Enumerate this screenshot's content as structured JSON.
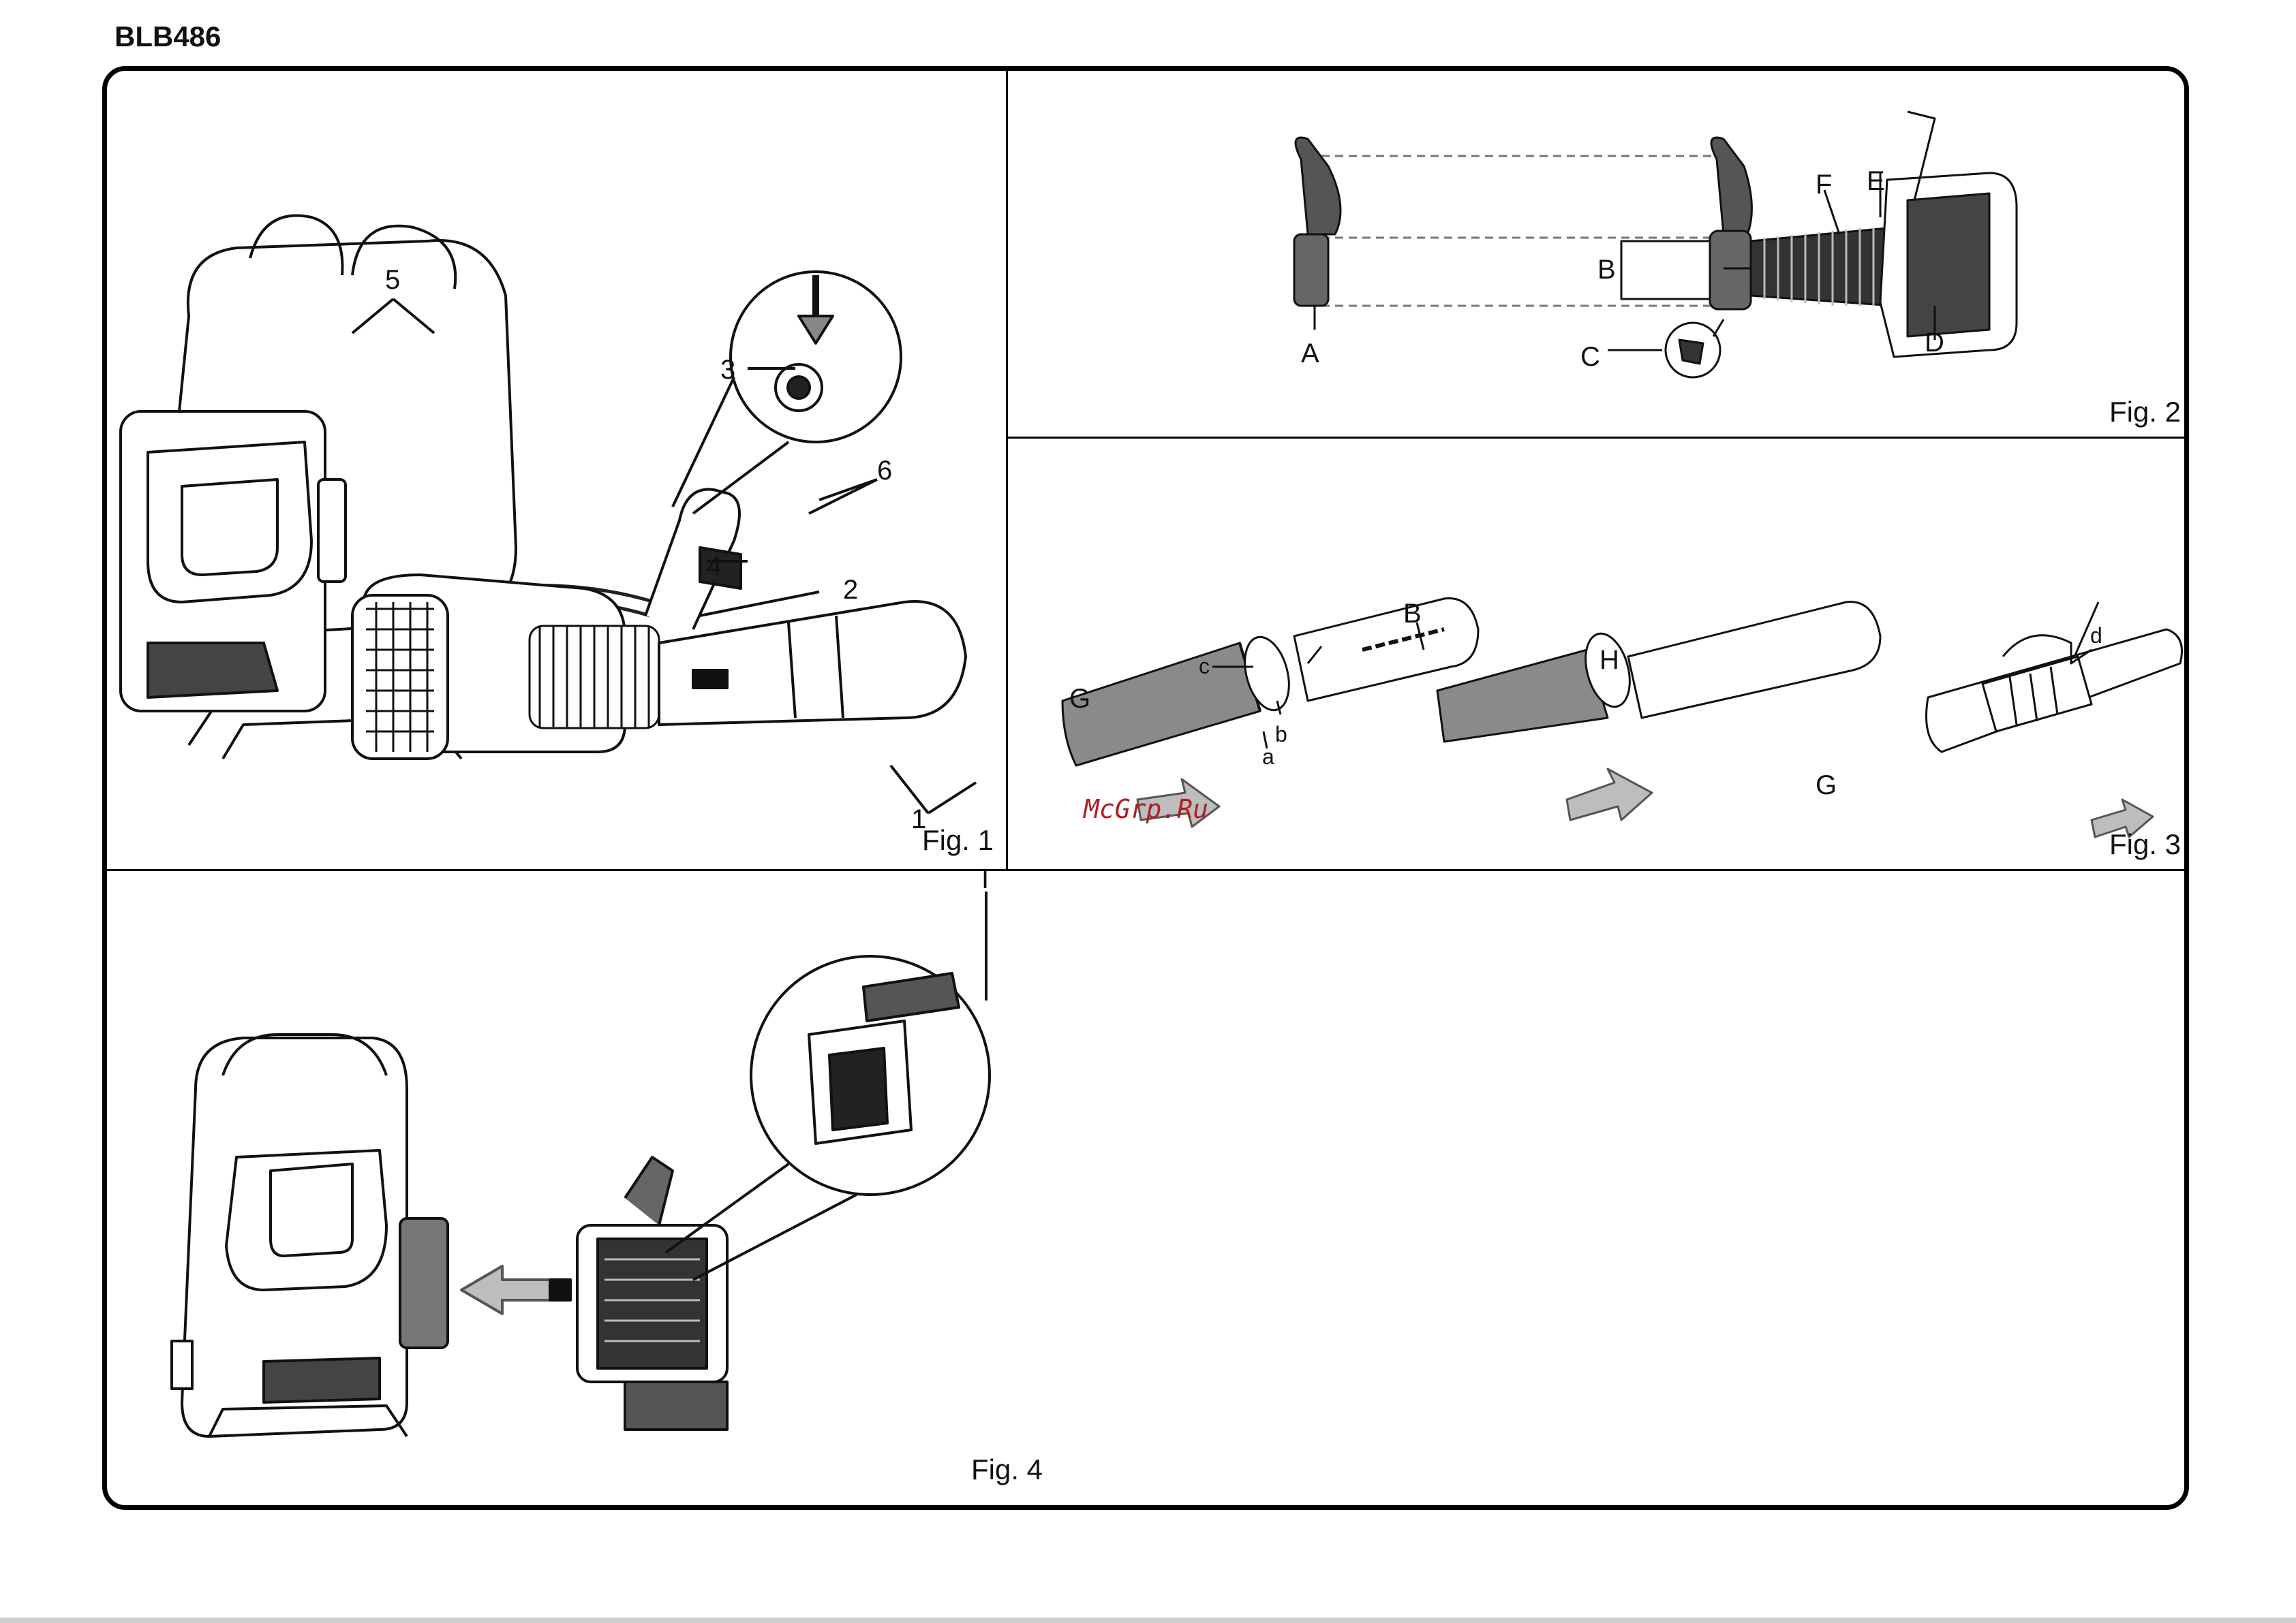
{
  "document": {
    "model": "BLB486",
    "watermark": "McGrp.Ru"
  },
  "figures": {
    "fig1": {
      "label": "Fig. 1",
      "callouts": [
        "1",
        "2",
        "3",
        "4",
        "5",
        "6"
      ]
    },
    "fig2": {
      "label": "Fig. 2",
      "callouts": [
        "A",
        "B",
        "C",
        "D",
        "E",
        "F"
      ]
    },
    "fig3": {
      "label": "Fig. 3",
      "callouts": [
        "B",
        "G",
        "c",
        "a",
        "b",
        "H",
        "G",
        "d"
      ]
    },
    "fig4": {
      "label": "Fig. 4",
      "callouts": [
        "I"
      ]
    }
  },
  "colors": {
    "line": "#111111",
    "shade": "#7a7a7a",
    "light_shade": "#bdbdbd",
    "watermark": "#b02024"
  }
}
